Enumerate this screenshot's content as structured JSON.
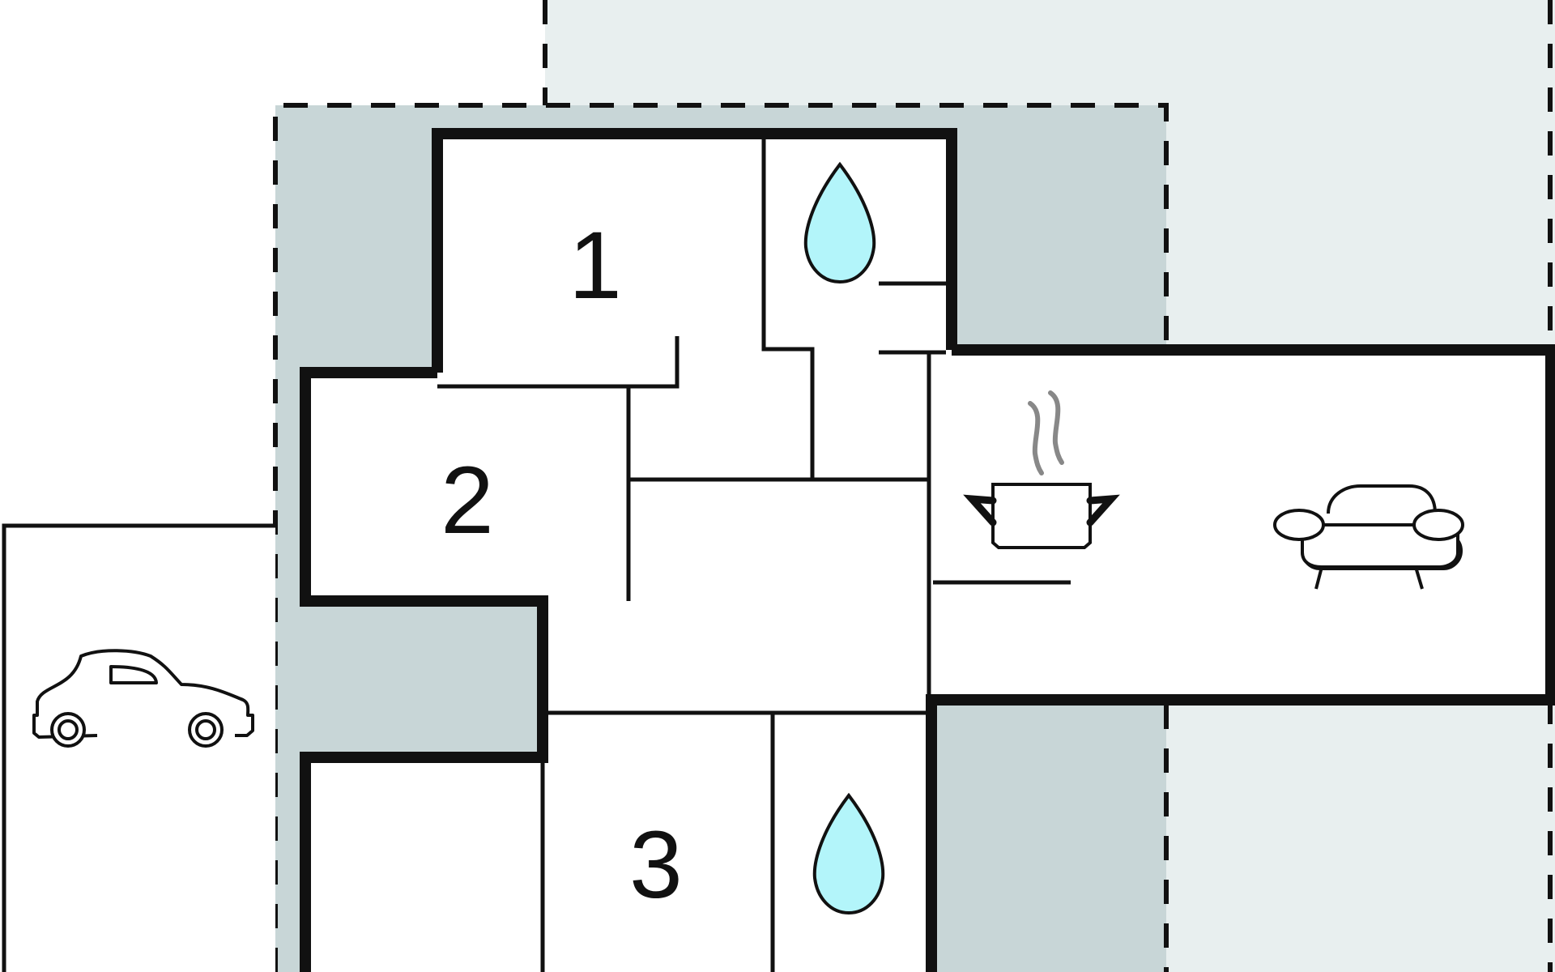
{
  "floorplan": {
    "rooms": [
      {
        "id": "bedroom-1",
        "label": "1"
      },
      {
        "id": "bedroom-2",
        "label": "2"
      },
      {
        "id": "bedroom-3",
        "label": "3"
      }
    ],
    "icons": {
      "bathroom_top": "water-drop-icon",
      "bathroom_bottom": "water-drop-icon",
      "kitchen": "cooking-pot-icon",
      "living": "sofa-icon",
      "parking": "car-icon"
    },
    "colors": {
      "terrace_dark": "#c8d6d7",
      "terrace_light": "#e8efef",
      "water": "#b3f5fa",
      "wall": "#111111",
      "steam": "#888888"
    }
  }
}
